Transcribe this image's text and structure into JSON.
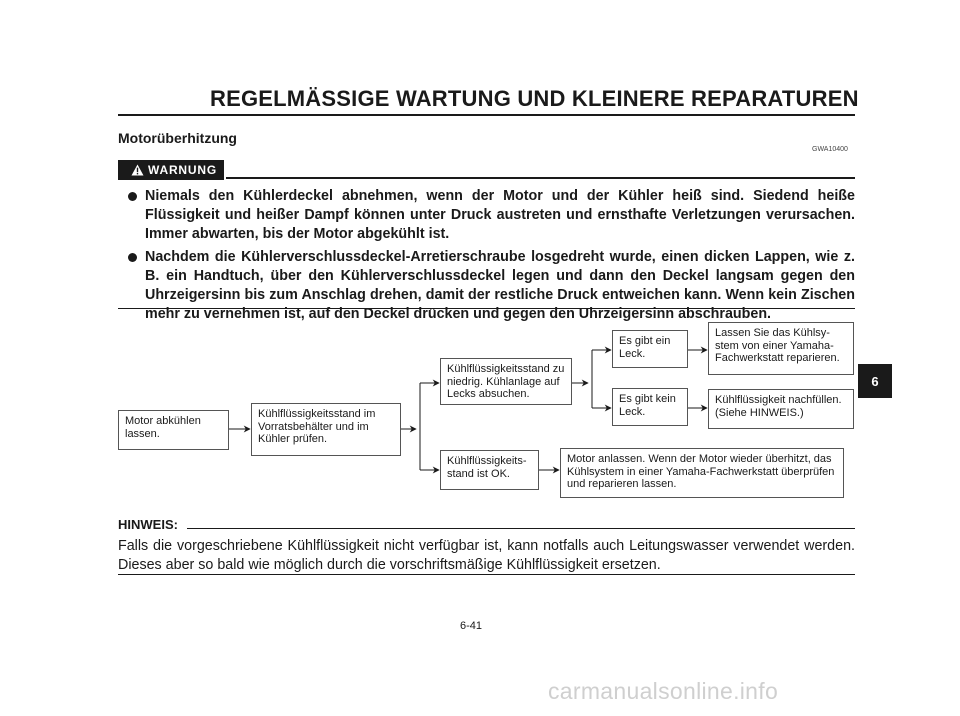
{
  "header": {
    "title": "REGELMÄSSIGE WARTUNG UND KLEINERE REPARATUREN"
  },
  "section": {
    "title": "Motorüberhitzung",
    "code": "GWA10400"
  },
  "warning": {
    "label": "WARNUNG",
    "items": [
      "Niemals den Kühlerdeckel abnehmen, wenn der Motor und der Kühler heiß sind. Siedend heiße Flüssigkeit und heißer Dampf können unter Druck austreten und ernsthafte Verletzungen verursachen. Immer abwarten, bis der Motor abgekühlt ist.",
      "Nachdem die Kühlerverschlussdeckel-Arretierschraube losgedreht wurde, einen dicken Lappen, wie z. B. ein Handtuch, über den Kühlerverschlussdeckel legen und dann den Deckel langsam gegen den Uhrzeigersinn bis zum Anschlag drehen, damit der restliche Druck entweichen kann. Wenn kein Zischen mehr zu vernehmen ist, auf den Deckel drücken und gegen den Uhrzeigersinn abschrauben."
    ]
  },
  "flowchart": {
    "cool_engine": "Motor abkühlen lassen.",
    "check_reservoir": "Kühlflüssigkeitsstand im Vorratsbehälter und im Kühler prüfen.",
    "level_low": "Kühlflüssigkeitsstand zu niedrig. Kühlanlage auf Lecks absuchen.",
    "leak_yes": "Es gibt ein Leck.",
    "leak_yes_action": "Lassen Sie das Kühlsy-stem von einer Yamaha-Fachwerkstatt reparieren.",
    "leak_no": "Es gibt kein Leck.",
    "leak_no_action": "Kühlflüssigkeit nachfüllen. (Siehe HINWEIS.)",
    "level_ok": "Kühlflüssigkeits-stand ist OK.",
    "level_ok_action": "Motor anlassen. Wenn der Motor wieder überhitzt, das Kühlsystem in einer Yamaha-Fachwerkstatt überprüfen und reparieren lassen."
  },
  "note": {
    "label": "HINWEIS:",
    "text": "Falls die vorgeschriebene Kühlflüssigkeit nicht verfügbar ist, kann notfalls auch Leitungswasser verwendet werden. Dieses aber so bald wie möglich durch die vorschriftsmäßige Kühlflüssigkeit ersetzen."
  },
  "page_number": "6-41",
  "chapter_tab": "6",
  "watermark": "carmanualsonline.info"
}
